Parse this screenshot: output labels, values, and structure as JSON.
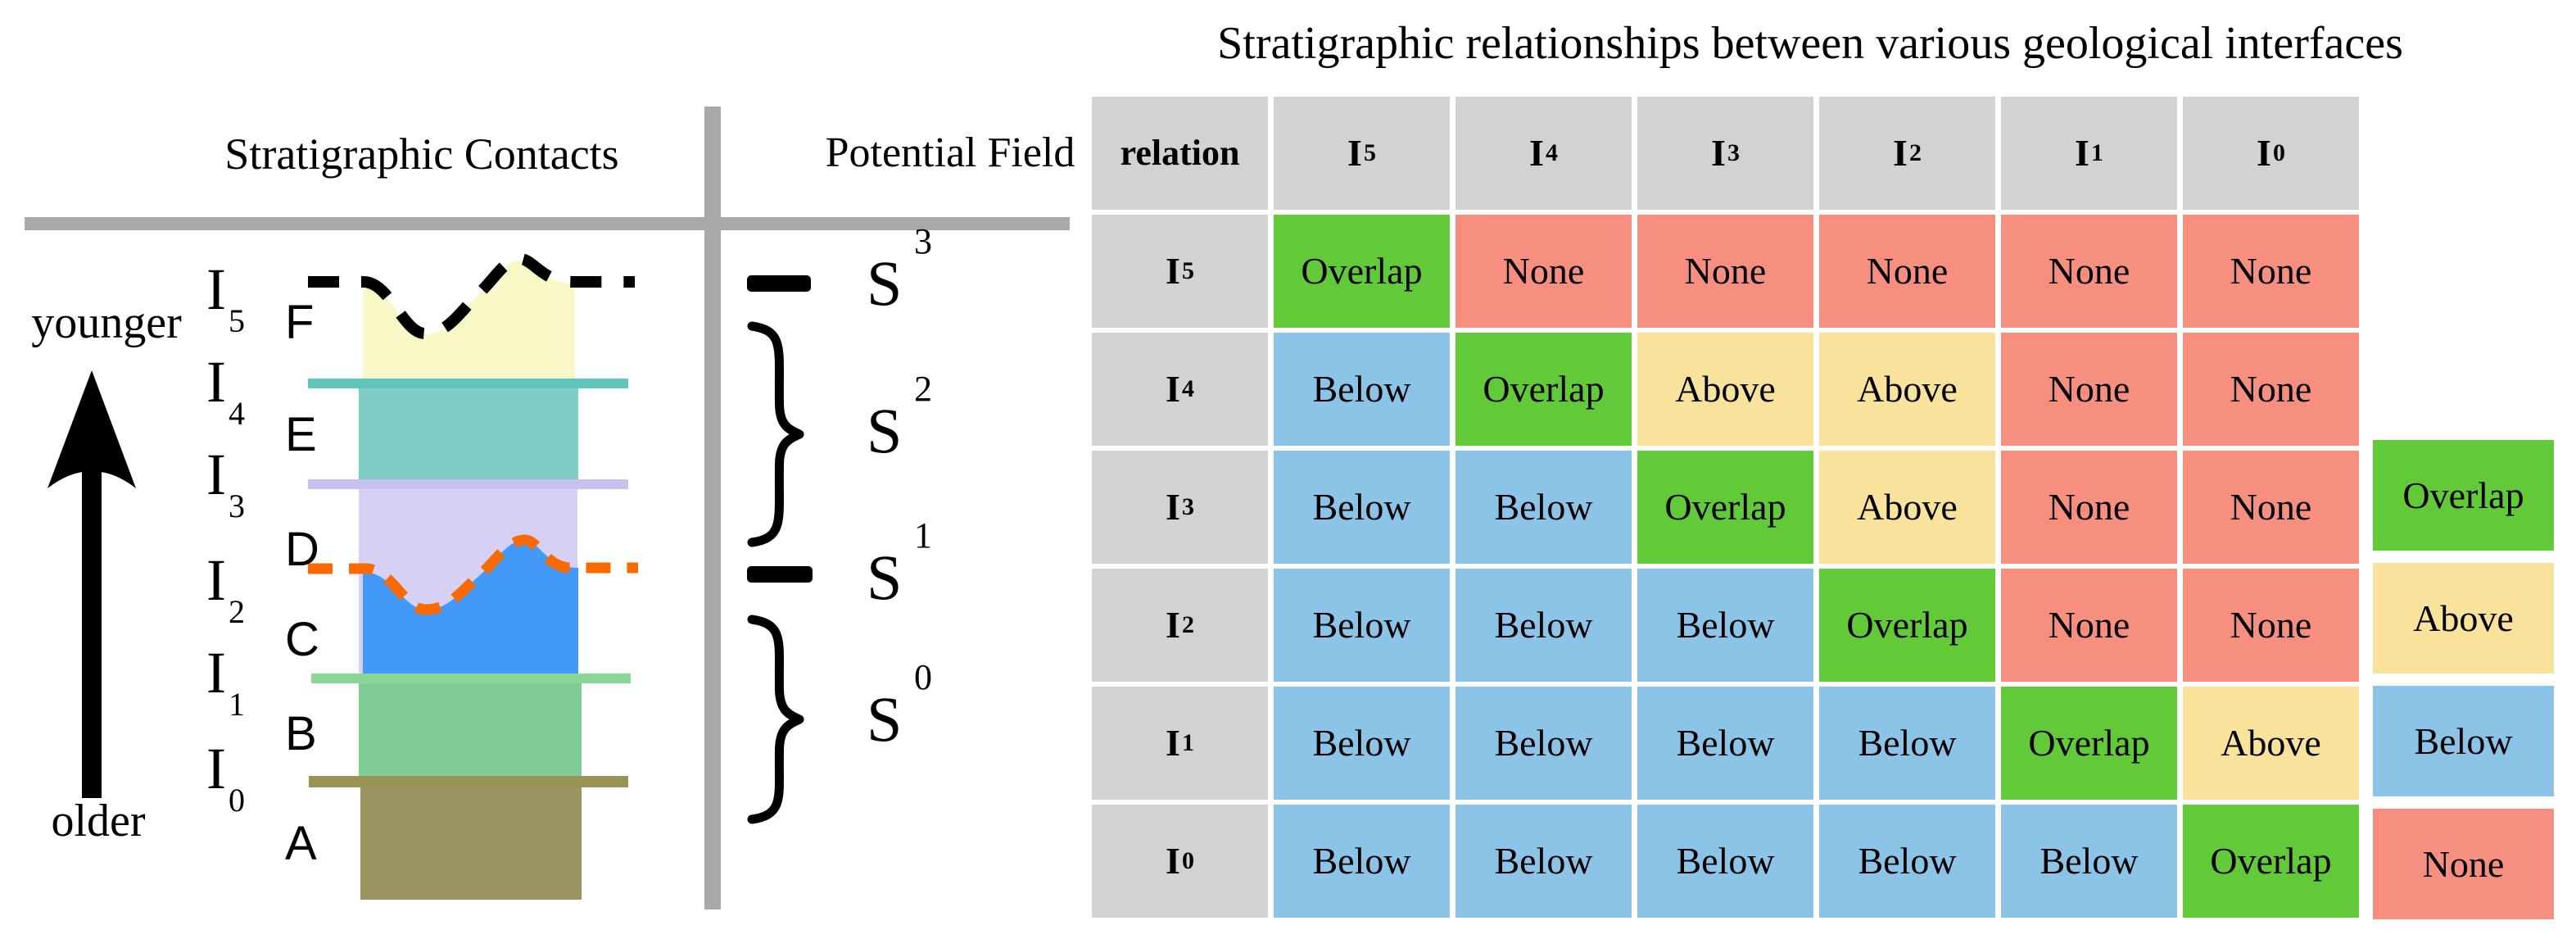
{
  "main_title": "Stratigraphic relationships between various geological interfaces",
  "left_panel": {
    "title": "Stratigraphic Contacts",
    "younger_label": "younger",
    "older_label": "older",
    "interface_labels": [
      {
        "base": "I",
        "sub": "5"
      },
      {
        "base": "I",
        "sub": "4"
      },
      {
        "base": "I",
        "sub": "3"
      },
      {
        "base": "I",
        "sub": "2"
      },
      {
        "base": "I",
        "sub": "1"
      },
      {
        "base": "I",
        "sub": "0"
      }
    ],
    "layer_letters": [
      "F",
      "E",
      "D",
      "C",
      "B",
      "A"
    ]
  },
  "middle_panel": {
    "title": "Potential Field",
    "series": [
      {
        "base": "S",
        "sup": "3",
        "marker": "dash"
      },
      {
        "base": "S",
        "sup": "2",
        "marker": "brace"
      },
      {
        "base": "S",
        "sup": "1",
        "marker": "dash"
      },
      {
        "base": "S",
        "sup": "0",
        "marker": "brace"
      }
    ]
  },
  "table": {
    "corner_header": "relation",
    "column_headers": [
      {
        "base": "I",
        "sub": "5"
      },
      {
        "base": "I",
        "sub": "4"
      },
      {
        "base": "I",
        "sub": "3"
      },
      {
        "base": "I",
        "sub": "2"
      },
      {
        "base": "I",
        "sub": "1"
      },
      {
        "base": "I",
        "sub": "0"
      }
    ],
    "rows": [
      {
        "label": {
          "base": "I",
          "sub": "5"
        },
        "cells": [
          "Overlap",
          "None",
          "None",
          "None",
          "None",
          "None"
        ]
      },
      {
        "label": {
          "base": "I",
          "sub": "4"
        },
        "cells": [
          "Below",
          "Overlap",
          "Above",
          "Above",
          "None",
          "None"
        ]
      },
      {
        "label": {
          "base": "I",
          "sub": "3"
        },
        "cells": [
          "Below",
          "Below",
          "Overlap",
          "Above",
          "None",
          "None"
        ]
      },
      {
        "label": {
          "base": "I",
          "sub": "2"
        },
        "cells": [
          "Below",
          "Below",
          "Below",
          "Overlap",
          "None",
          "None"
        ]
      },
      {
        "label": {
          "base": "I",
          "sub": "1"
        },
        "cells": [
          "Below",
          "Below",
          "Below",
          "Below",
          "Overlap",
          "Above"
        ]
      },
      {
        "label": {
          "base": "I",
          "sub": "0"
        },
        "cells": [
          "Below",
          "Below",
          "Below",
          "Below",
          "Below",
          "Overlap"
        ]
      }
    ]
  },
  "legend": [
    {
      "label": "Overlap",
      "key": "Overlap"
    },
    {
      "label": "Above",
      "key": "Above"
    },
    {
      "label": "Below",
      "key": "Below"
    },
    {
      "label": "None",
      "key": "None"
    }
  ],
  "colors": {
    "relation": {
      "Overlap": "#62ca39",
      "Above": "#f9e29c",
      "Below": "#8cc4e8",
      "None": "#f78f80"
    },
    "header_gray": "#d2d2d2",
    "axis_gray": "#a9a9a9",
    "layers": {
      "F": "#f8f8c6",
      "E": "#7fccc4",
      "D": "#d6d1f4",
      "C": "#4299f7",
      "B": "#80cc97",
      "A": "#9a9460"
    },
    "contacts": {
      "I5": "#000000",
      "I4": "#5fc5bd",
      "I3": "#c7c2ef",
      "I2": "#fb6a00",
      "I1": "#8ad795",
      "I0": "#9a9356"
    }
  }
}
